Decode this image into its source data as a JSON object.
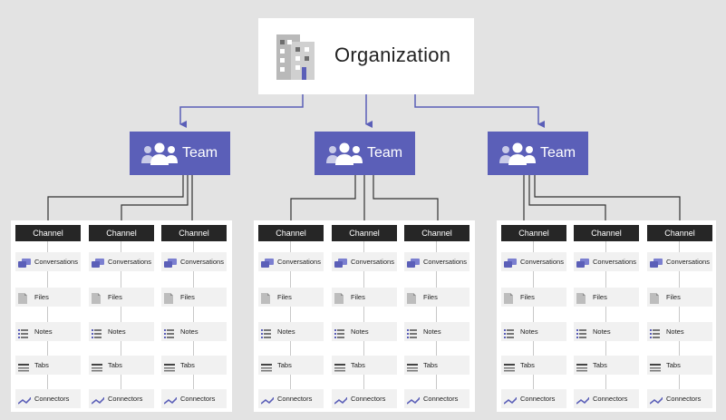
{
  "organization": {
    "title": "Organization",
    "icon": "building-icon"
  },
  "teams": [
    {
      "label": "Team",
      "icon": "team-people-icon"
    },
    {
      "label": "Team",
      "icon": "team-people-icon"
    },
    {
      "label": "Team",
      "icon": "team-people-icon"
    }
  ],
  "channel": {
    "header": "Channel",
    "items": [
      {
        "label": "Conversations",
        "icon": "conversations-icon"
      },
      {
        "label": "Files",
        "icon": "file-icon"
      },
      {
        "label": "Notes",
        "icon": "notes-icon"
      },
      {
        "label": "Tabs",
        "icon": "tabs-icon"
      },
      {
        "label": "Connectors",
        "icon": "connectors-icon"
      }
    ]
  },
  "colors": {
    "background": "#e3e3e3",
    "team_fill": "#5b5fb8",
    "channel_header": "#262626",
    "arrow": "#5b5fb8",
    "connector_line": "#333333"
  }
}
